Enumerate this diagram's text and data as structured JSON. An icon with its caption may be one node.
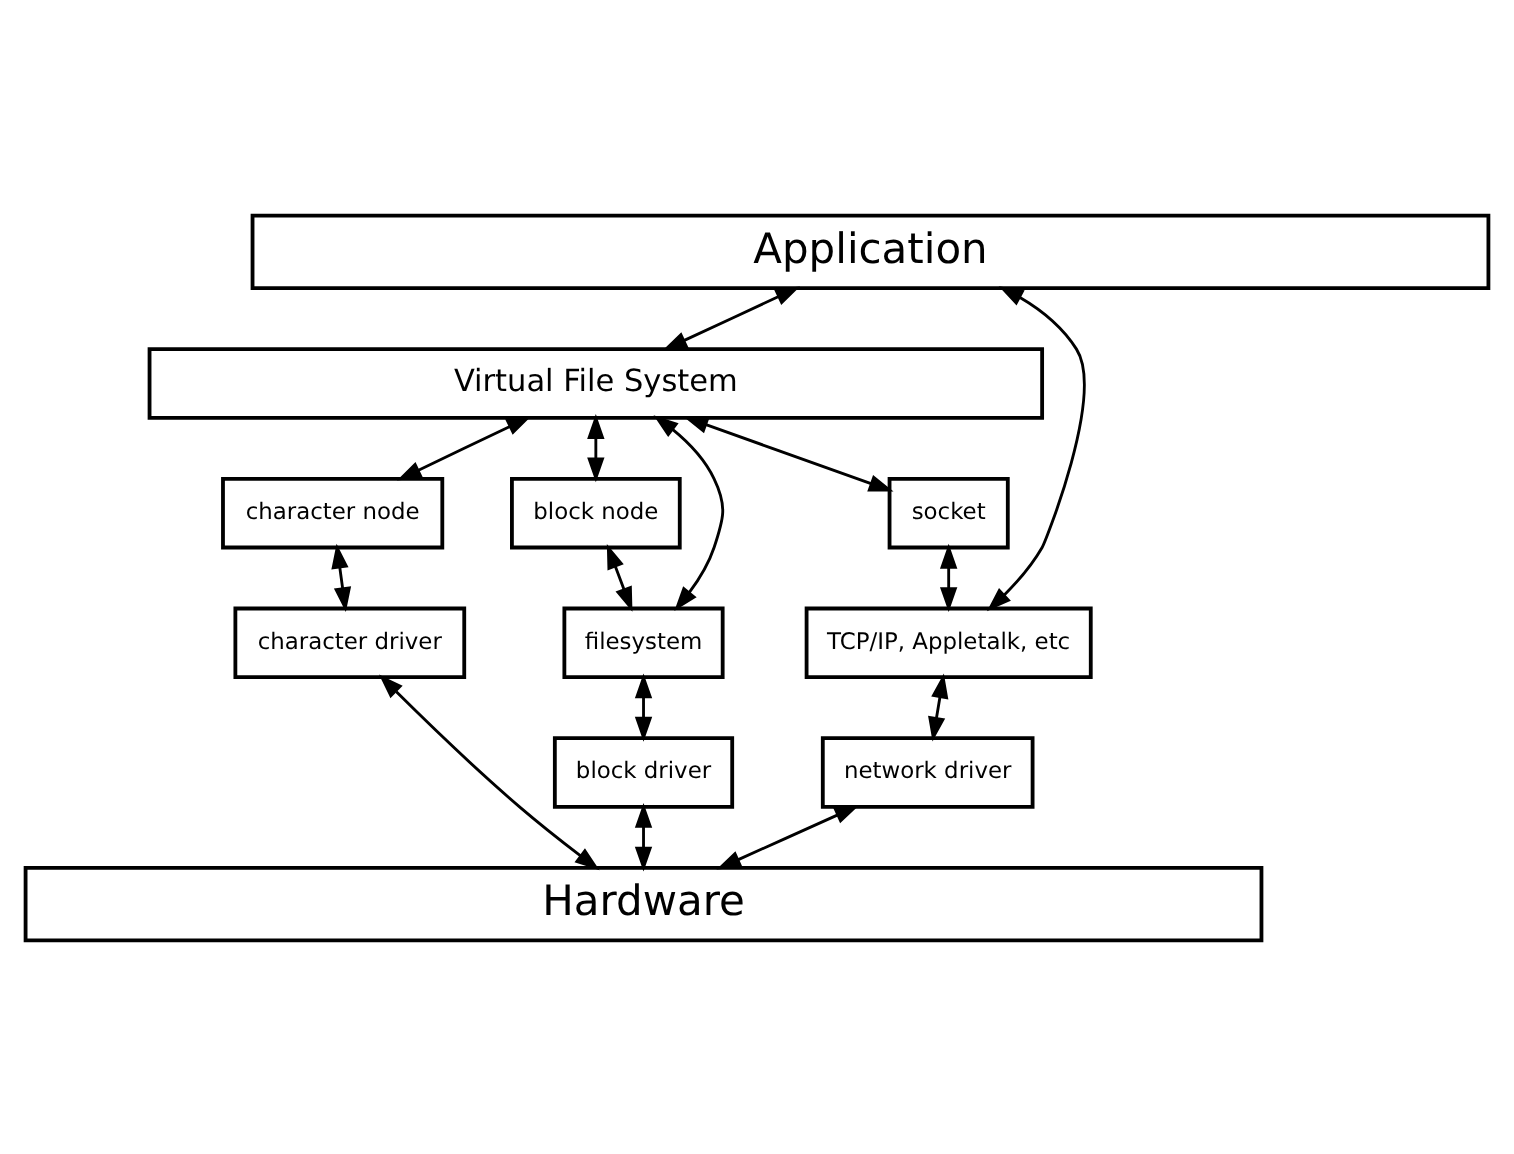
{
  "diagram": {
    "nodes": [
      {
        "text": [
          "Application"
        ]
      },
      {
        "text": [
          "Virtual File System"
        ]
      },
      {
        "text": [
          "character node"
        ]
      },
      {
        "text": [
          "block node"
        ]
      },
      {
        "text": [
          "socket"
        ]
      },
      {
        "text": [
          "character driver"
        ]
      },
      {
        "text": [
          "filesystem"
        ]
      },
      {
        "text": [
          "TCP/IP, Appletalk, etc"
        ]
      },
      {
        "text": [
          "block driver"
        ]
      },
      {
        "text": [
          "network driver"
        ]
      },
      {
        "text": [
          "Hardware"
        ]
      }
    ],
    "edges": [
      {
        "from": 0,
        "to": 1,
        "arrow": "both"
      },
      {
        "from": 0,
        "to": 7,
        "arrow": "both"
      },
      {
        "from": 1,
        "to": 2,
        "arrow": "both"
      },
      {
        "from": 1,
        "to": 3,
        "arrow": "both"
      },
      {
        "from": 1,
        "to": 4,
        "arrow": "both"
      },
      {
        "from": 1,
        "to": 6,
        "arrow": "both"
      },
      {
        "from": 2,
        "to": 5,
        "arrow": "both"
      },
      {
        "from": 3,
        "to": 6,
        "arrow": "both"
      },
      {
        "from": 4,
        "to": 7,
        "arrow": "both"
      },
      {
        "from": 5,
        "to": 10,
        "arrow": "both"
      },
      {
        "from": 6,
        "to": 8,
        "arrow": "both"
      },
      {
        "from": 8,
        "to": 10,
        "arrow": "both"
      },
      {
        "from": 7,
        "to": 9,
        "arrow": "both"
      },
      {
        "from": 9,
        "to": 10,
        "arrow": "both"
      }
    ]
  }
}
